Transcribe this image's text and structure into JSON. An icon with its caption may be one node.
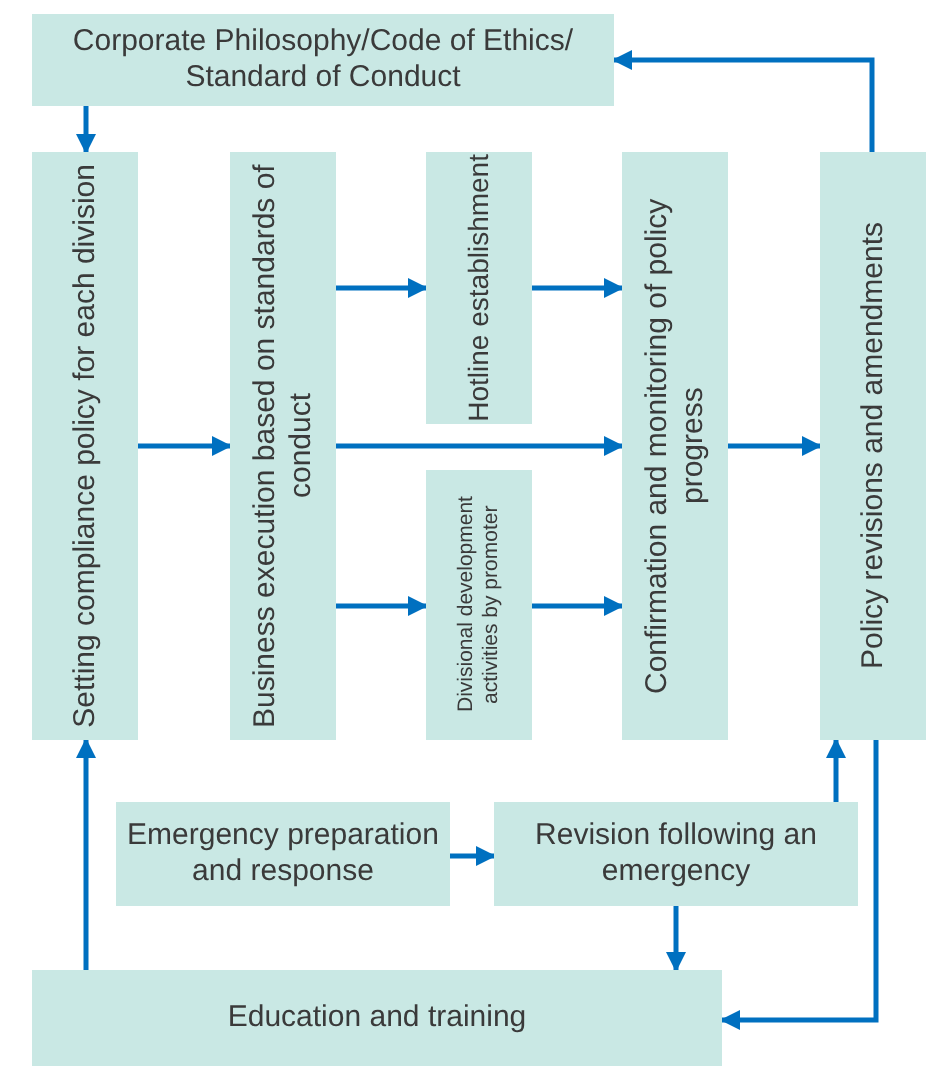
{
  "diagram": {
    "nodes": [
      {
        "text": [
          "Corporate Philosophy/Code of Ethics/ Standard of Conduct"
        ]
      },
      {
        "text": [
          "Setting compliance policy for each division"
        ]
      },
      {
        "text": [
          "Business execution based on standards of conduct"
        ]
      },
      {
        "text": [
          "Hotline establishment"
        ]
      },
      {
        "text": [
          "Divisional development activities by promoter"
        ]
      },
      {
        "text": [
          "Confirmation and monitoring of policy progress"
        ]
      },
      {
        "text": [
          "Policy revisions and amendments"
        ]
      },
      {
        "text": [
          "Emergency preparation and response"
        ]
      },
      {
        "text": [
          "Revision following an emergency"
        ]
      },
      {
        "text": [
          "Education and training"
        ]
      }
    ],
    "edges": [
      {
        "from": 0,
        "to": 1,
        "arrow": "to"
      },
      {
        "from": 1,
        "to": 2,
        "arrow": "to"
      },
      {
        "from": 2,
        "to": 3,
        "arrow": "to"
      },
      {
        "from": 2,
        "to": 5,
        "arrow": "to"
      },
      {
        "from": 2,
        "to": 4,
        "arrow": "to"
      },
      {
        "from": 3,
        "to": 5,
        "arrow": "to"
      },
      {
        "from": 4,
        "to": 5,
        "arrow": "to"
      },
      {
        "from": 5,
        "to": 6,
        "arrow": "to"
      },
      {
        "from": 6,
        "to": 0,
        "arrow": "to"
      },
      {
        "from": 7,
        "to": 8,
        "arrow": "to"
      },
      {
        "from": 8,
        "to": 6,
        "arrow": "to"
      },
      {
        "from": 8,
        "to": 9,
        "arrow": "to"
      },
      {
        "from": 6,
        "to": 9,
        "arrow": "to"
      },
      {
        "from": 9,
        "to": 1,
        "arrow": "to"
      }
    ]
  }
}
